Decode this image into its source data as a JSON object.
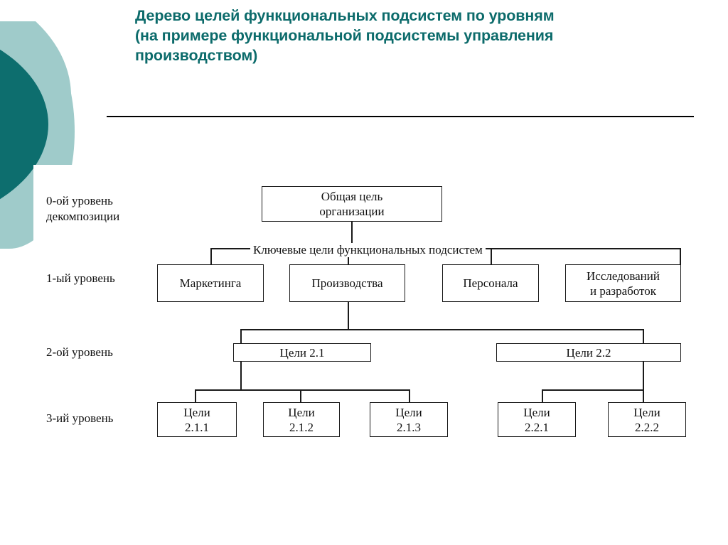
{
  "slide": {
    "title_lines": [
      "Дерево целей функциональных подсистем по уровням",
      "(на примере функциональной подсистемы управления",
      "производством)"
    ],
    "title_color": "#0c6b6b",
    "accent_dark": "#0d6e6e",
    "accent_light": "#9fcbca",
    "rule_color": "#000000"
  },
  "diagram": {
    "level_labels": [
      {
        "id": "level-0",
        "lines": [
          "0-ой уровень",
          "декомпозиции"
        ]
      },
      {
        "id": "level-1",
        "lines": [
          "1-ый уровень"
        ]
      },
      {
        "id": "level-2",
        "lines": [
          "2-ой уровень"
        ]
      },
      {
        "id": "level-3",
        "lines": [
          "3-ий уровень"
        ]
      }
    ],
    "root": {
      "line1": "Общая цель",
      "line2": "организации"
    },
    "bar_label": "Ключевые цели функциональных подсистем",
    "level1": [
      {
        "label": "Маркетинга"
      },
      {
        "label": "Производства"
      },
      {
        "label": "Персонала"
      },
      {
        "line1": "Исследований",
        "line2": "и разработок"
      }
    ],
    "level2": [
      {
        "label": "Цели 2.1"
      },
      {
        "label": "Цели 2.2"
      }
    ],
    "level3": [
      {
        "line1": "Цели",
        "line2": "2.1.1"
      },
      {
        "line1": "Цели",
        "line2": "2.1.2"
      },
      {
        "line1": "Цели",
        "line2": "2.1.3"
      },
      {
        "line1": "Цели",
        "line2": "2.2.1"
      },
      {
        "line1": "Цели",
        "line2": "2.2.2"
      }
    ]
  }
}
